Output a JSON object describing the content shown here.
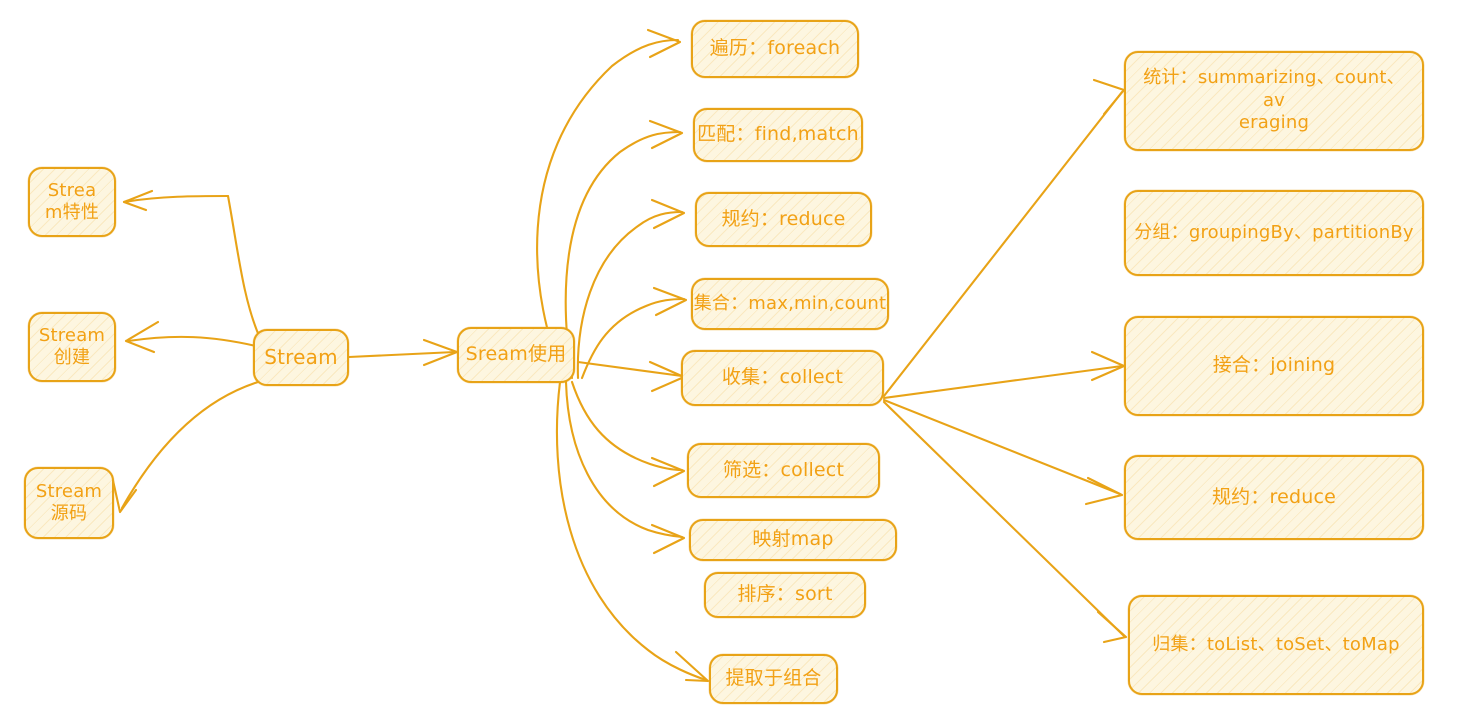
{
  "diagram": {
    "title": "Stream mind map",
    "colors": {
      "stroke": "#E8A317",
      "text": "#F2A115",
      "fill": "#FDF6E0",
      "background": "#FFFFFF"
    },
    "root": {
      "label": "Stream"
    },
    "branches": {
      "left": [
        {
          "id": "stream-feature",
          "label": "Stream特性",
          "line1": "Strea",
          "line2": "m特性"
        },
        {
          "id": "stream-create",
          "label": "Stream创建",
          "line1": "Stream",
          "line2": "创建"
        },
        {
          "id": "stream-source",
          "label": "Stream源码",
          "line1": "Stream",
          "line2": "源码"
        }
      ],
      "usage": {
        "id": "stream-usage",
        "label": "Sream使用"
      },
      "usage_children": [
        {
          "id": "traverse",
          "label": "遍历：foreach"
        },
        {
          "id": "match",
          "label": "匹配：find,match"
        },
        {
          "id": "reduce",
          "label": "规约：reduce"
        },
        {
          "id": "aggregate",
          "label": "集合：max,min,count"
        },
        {
          "id": "collect",
          "label": "收集：collect"
        },
        {
          "id": "filter",
          "label": "筛选：collect"
        },
        {
          "id": "map",
          "label": "映射map"
        },
        {
          "id": "sort",
          "label": "排序：sort"
        },
        {
          "id": "extract-combine",
          "label": "提取于组合"
        }
      ],
      "collect_children": [
        {
          "id": "statistics",
          "label": "统计：summarizing、count、averaging",
          "line1": "统计：summarizing、count、av",
          "line2": "eraging"
        },
        {
          "id": "grouping",
          "label": "分组：groupingBy、partitionBy"
        },
        {
          "id": "joining",
          "label": "接合：joining"
        },
        {
          "id": "reduce-right",
          "label": "规约：reduce"
        },
        {
          "id": "to-collection",
          "label": "归集：toList、toSet、toMap"
        }
      ]
    }
  }
}
